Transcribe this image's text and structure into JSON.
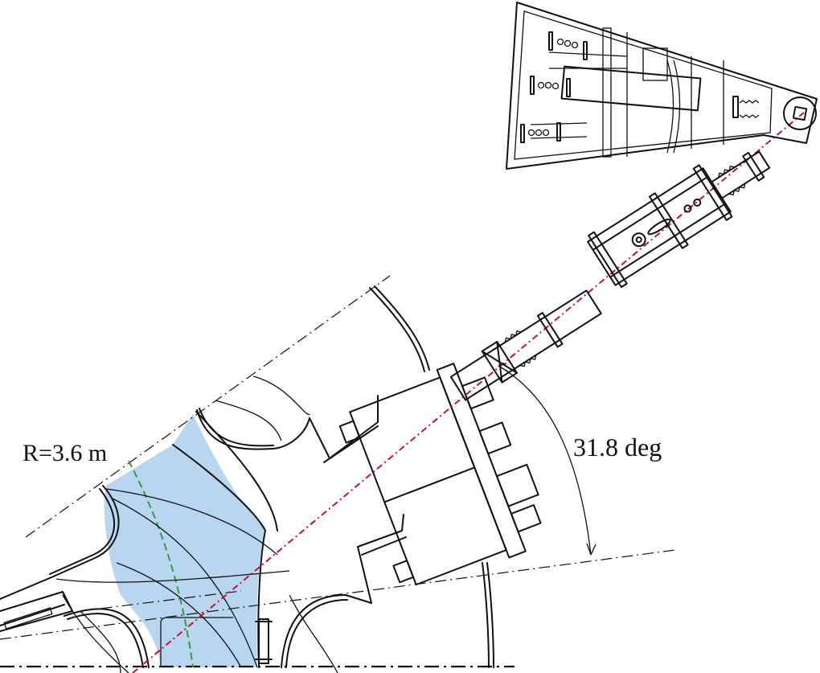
{
  "figure": {
    "type": "engineering cross-section drawing",
    "labels": {
      "radius": "R=3.6 m",
      "angle": "31.8 deg"
    },
    "colors": {
      "line": "#111111",
      "beam_axis": "#c8102e",
      "radius_arc": "#3a9a3a",
      "shaded_region": "#b8d6ef",
      "background": "#ffffff"
    },
    "components": [
      {
        "name": "vacuum-vessel-sector"
      },
      {
        "name": "shaded-port-region"
      },
      {
        "name": "port-flange-box"
      },
      {
        "name": "beamline-duct"
      },
      {
        "name": "beam-module-box"
      },
      {
        "name": "ion-source-triangle-frame"
      },
      {
        "name": "beam-axis-line"
      },
      {
        "name": "angle-dimension-arc"
      },
      {
        "name": "radius-arc"
      }
    ]
  }
}
